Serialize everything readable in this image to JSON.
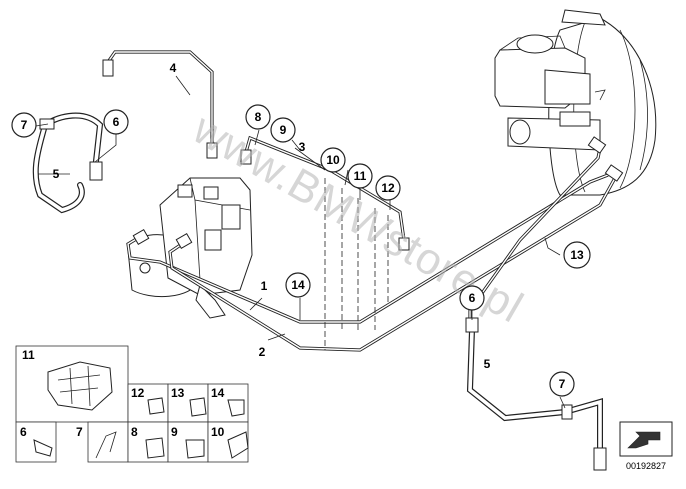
{
  "watermark": "www.BMWstore.pl",
  "diagram_code": "00192827",
  "callouts": {
    "c7a": "7",
    "c6a": "6",
    "c5a": "5",
    "c4": "4",
    "c8": "8",
    "c9": "9",
    "c3": "3",
    "c10": "10",
    "c11": "11",
    "c12": "12",
    "c13": "13",
    "c14": "14",
    "c1": "1",
    "c2": "2",
    "c6b": "6",
    "c5b": "5",
    "c7b": "7"
  },
  "legend": {
    "big": "11",
    "row1": [
      "12",
      "13",
      "14"
    ],
    "row2": [
      "6",
      "7",
      "8",
      "9",
      "10"
    ]
  },
  "colors": {
    "line": "#222222",
    "watermark": "#b5b5b5",
    "background": "#ffffff"
  },
  "icons": {
    "nav": "arrow-down-left-icon"
  }
}
